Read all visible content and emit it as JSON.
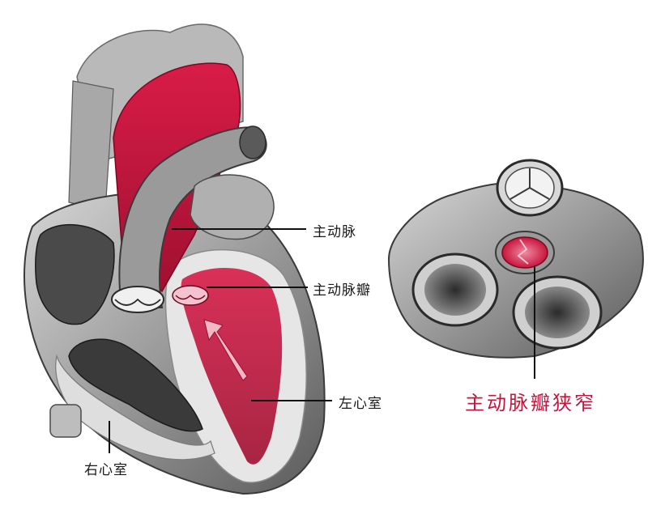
{
  "labels": {
    "aorta": "主动脉",
    "aortic_valve": "主动脉瓣",
    "left_ventricle": "左心室",
    "right_ventricle": "右心室",
    "aortic_stenosis": "主动脉瓣狭窄"
  },
  "colors": {
    "tissue_gray": "#8e8e8e",
    "tissue_dark": "#4a4a4a",
    "tissue_light": "#cfcfcf",
    "blood_red": "#c8143c",
    "blood_pink": "#e04a6a",
    "title_red": "#c8143c"
  }
}
